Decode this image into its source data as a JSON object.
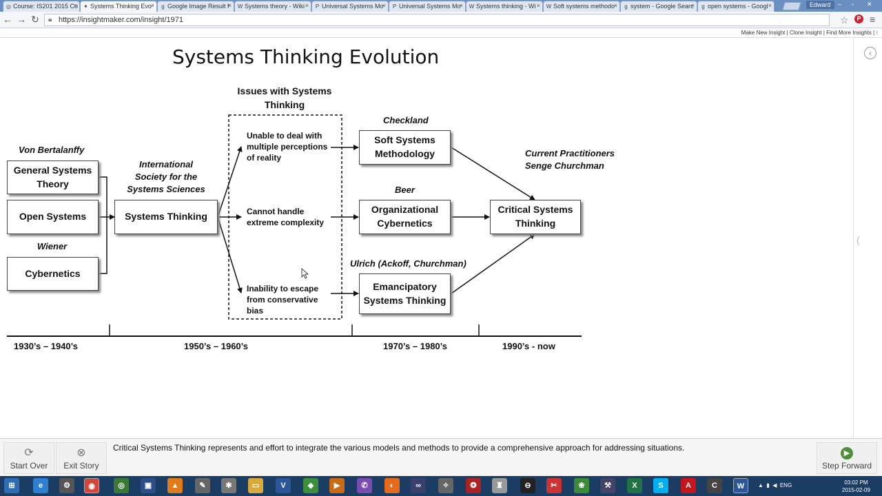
{
  "browser": {
    "tabs": [
      {
        "label": "Course: IS201 2015 Co",
        "icon": "moodle-icon",
        "active": false
      },
      {
        "label": "Systems Thinking Evo",
        "icon": "insightmaker-icon",
        "active": true
      },
      {
        "label": "Google Image Result f",
        "icon": "google-icon",
        "active": false
      },
      {
        "label": "Systems theory - Wiki",
        "icon": "wikipedia-icon",
        "active": false
      },
      {
        "label": "Universal Systems Mo",
        "icon": "pb-icon",
        "active": false
      },
      {
        "label": "Universal Systems Mo",
        "icon": "pb-icon",
        "active": false
      },
      {
        "label": "Systems thinking - Wi",
        "icon": "wikipedia-icon",
        "active": false
      },
      {
        "label": "Soft systems methodo",
        "icon": "wikipedia-icon",
        "active": false
      },
      {
        "label": "system - Google Searc",
        "icon": "google-icon",
        "active": false
      },
      {
        "label": "open systems - Googl",
        "icon": "google-icon",
        "active": false
      }
    ],
    "user": "Edward",
    "url": "https://insightmaker.com/insight/1971",
    "links": "Make New Insight | Clone Insight | Find More Insights | ⁝"
  },
  "diagram": {
    "title": "Systems Thinking Evolution",
    "pioneers": {
      "von_bertalanffy": "Von Bertalanffy",
      "wiener": "Wiener"
    },
    "left_boxes": {
      "general_systems_theory": "General Systems Theory",
      "open_systems": "Open Systems",
      "cybernetics": "Cybernetics"
    },
    "isss_label": "International Society for the Systems Sciences",
    "systems_thinking": "Systems Thinking",
    "issues_header": "Issues with Systems Thinking",
    "issues": [
      "Unable to deal with multiple perceptions of reality",
      "Cannot handle extreme complexity",
      "Inability to escape from conservative bias"
    ],
    "methods": [
      {
        "author": "Checkland",
        "name": "Soft Systems Methodology"
      },
      {
        "author": "Beer",
        "name": "Organizational Cybernetics"
      },
      {
        "author": "Ulrich (Ackoff, Churchman)",
        "name": "Emancipatory Systems Thinking"
      }
    ],
    "practitioners": "Current Practitioners Senge Churchman",
    "critical": "Critical Systems Thinking",
    "timeline": [
      "1930’s – 1940’s",
      "1950’s – 1960’s",
      "1970’s – 1980’s",
      "1990’s - now"
    ]
  },
  "story": {
    "start_over": "Start Over",
    "exit_story": "Exit Story",
    "step_forward": "Step Forward",
    "caption": "Critical Systems Thinking represents and effort to integrate the various models and methods to provide a comprehensive approach for addressing situations."
  },
  "taskbar": {
    "language": "ENG",
    "time": "03:02 PM",
    "date": "2015-02-09"
  }
}
